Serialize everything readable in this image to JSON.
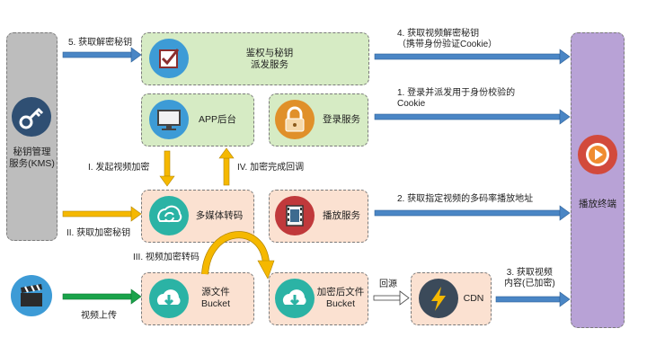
{
  "nodes": {
    "kms": "秘钥管理\n服务(KMS)",
    "auth": "鉴权与秘钥\n派发服务",
    "app": "APP后台",
    "login": "登录服务",
    "media": "多媒体转码",
    "play_service": "播放服务",
    "source_bucket": "源文件\nBucket",
    "encrypted_bucket": "加密后文件\nBucket",
    "cdn": "CDN",
    "player": "播放终端"
  },
  "edges": {
    "step5": "5. 获取解密秘钥",
    "step4": "4. 获取视频解密秘钥\n（携带身份验证Cookie）",
    "step1": "1. 登录并派发用于身份校验的\nCookie",
    "stepI": "I. 发起视频加密",
    "stepIV": "IV. 加密完成回调",
    "stepII": "II. 获取加密秘钥",
    "step2": "2. 获取指定视频的多码率播放地址",
    "stepIII": "III. 视频加密转码",
    "back_to_origin": "回源",
    "step3": "3. 获取视频\n内容(已加密)",
    "upload": "视频上传"
  },
  "colors": {
    "blue_arrow": "#4a86c5",
    "yellow_arrow": "#f5b800",
    "green_arrow": "#1aa34a",
    "white_arrow": "#ffffff"
  }
}
